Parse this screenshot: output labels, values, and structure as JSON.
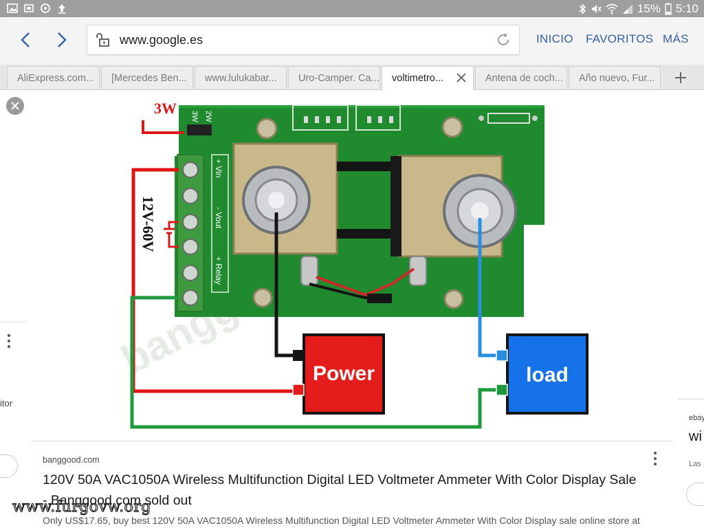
{
  "status_bar": {
    "battery": "15%",
    "time": "5:10"
  },
  "browser": {
    "url": "www.google.es",
    "nav_links": [
      "INICIO",
      "FAVORITOS",
      "MÁS"
    ],
    "tabs": [
      {
        "label": "AliExpress.com..."
      },
      {
        "label": "[Mercedes Ben..."
      },
      {
        "label": "www.lulukabar..."
      },
      {
        "label": "Uro-Camper. Ca..."
      },
      {
        "label": "voltimetro...",
        "active": true
      },
      {
        "label": "Antena de coch..."
      },
      {
        "label": "Año nuevo, Fur..."
      }
    ],
    "accent_color": "#3560a8"
  },
  "image": {
    "label_3w": "3W",
    "jumper_labels": [
      "3W",
      "2W"
    ],
    "voltage_label": "12V-60V",
    "terminal_labels": [
      "+ Vin",
      "- Vout",
      "+ Relay"
    ],
    "power_label": "Power",
    "load_label": "load",
    "board_watermark": "banggood.com",
    "colors": {
      "board": "#1f8a2e",
      "power": "#e51c1c",
      "load": "#1672e8",
      "wire_red": "#e01414",
      "wire_green": "#1e9a3c",
      "wire_blue": "#2a8fe0"
    }
  },
  "side_left": {
    "text": "itor"
  },
  "side_right": {
    "source": "ebay",
    "title": "wi",
    "snippet": "Las"
  },
  "result": {
    "source": "banggood.com",
    "title": "120V 50A VAC1050A Wireless Multifunction Digital LED Voltmeter Ammeter With Color Display Sale - Banggood.com sold out",
    "description": "Only US$17.65, buy best 120V 50A VAC1050A Wireless Multifunction Digital LED Voltmeter Ammeter With Color Display sale online store at"
  },
  "watermark": "www.furgovw.org"
}
